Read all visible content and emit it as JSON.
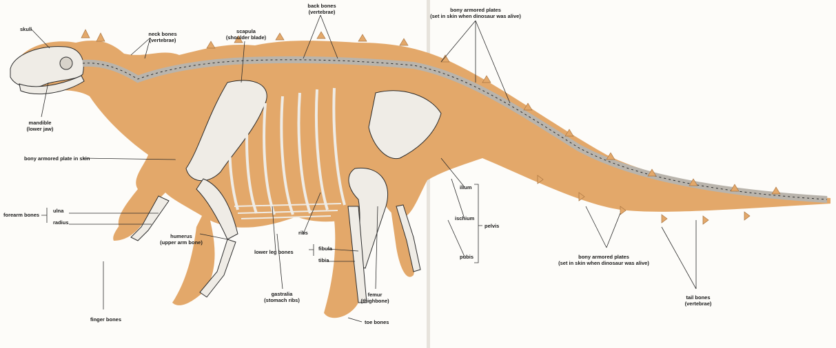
{
  "labels": {
    "skull": "skull",
    "neck_bones": "neck bones",
    "neck_bones_sub": "(vertebrae)",
    "scapula": "scapula",
    "scapula_sub": "(shoulder blade)",
    "back_bones": "back bones",
    "back_bones_sub": "(vertebrae)",
    "plates_top": "bony armored plates",
    "plates_top_sub": "(set in skin when dinosaur was alive)",
    "mandible": "mandible",
    "mandible_sub": "(lower jaw)",
    "plate_in_skin": "bony armored plate in skin",
    "forearm_bones": "forearm bones",
    "ulna": "ulna",
    "radius": "radius",
    "humerus": "humerus",
    "humerus_sub": "(upper arm bone)",
    "ribs": "ribs",
    "lower_leg_bones": "lower leg bones",
    "fibula": "fibula",
    "tibia": "tibia",
    "gastralia": "gastralia",
    "gastralia_sub": "(stomach ribs)",
    "femur": "femur",
    "femur_sub": "(thighbone)",
    "finger_bones": "finger bones",
    "toe_bones": "toe bones",
    "ilium": "ilium",
    "ischium": "ischium",
    "pelvis": "pelvis",
    "pubis": "pubis",
    "plates_tail": "bony armored plates",
    "plates_tail_sub": "(set in skin when dinosaur was alive)",
    "tail_bones": "tail bones",
    "tail_bones_sub": "(vertebrae)"
  },
  "colors": {
    "body_silhouette": "#e3a86a",
    "bone": "#efece6",
    "bone_shadow": "#b9b4ac",
    "line": "#2a2a2a"
  }
}
